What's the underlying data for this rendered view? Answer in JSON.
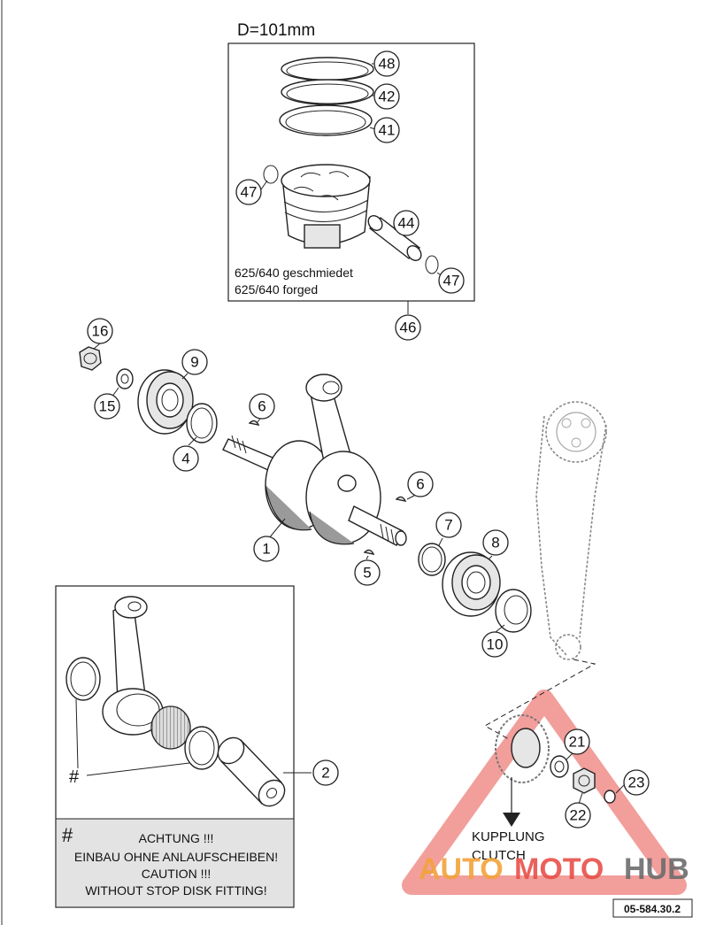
{
  "piston_group": {
    "diameter_label": "D=101mm",
    "note_line1": "625/640  geschmiedet",
    "note_line2": "625/640  forged"
  },
  "callouts": {
    "c48": "48",
    "c42": "42",
    "c41": "41",
    "c47a": "47",
    "c44": "44",
    "c47b": "47",
    "c46": "46",
    "c16": "16",
    "c15": "15",
    "c9": "9",
    "c4": "4",
    "c6a": "6",
    "c6b": "6",
    "c1": "1",
    "c5": "5",
    "c7": "7",
    "c8": "8",
    "c10": "10",
    "c2": "2",
    "c21": "21",
    "c22": "22",
    "c23": "23"
  },
  "conrod_box": {
    "hash_marker": "#",
    "warning_hash": "#",
    "warning_lines": [
      "ACHTUNG !!!",
      "EINBAU OHNE ANLAUFSCHEIBEN!",
      "CAUTION !!!",
      "WITHOUT STOP DISK FITTING!"
    ]
  },
  "clutch": {
    "label_de": "KUPPLUNG",
    "label_en": "CLUTCH"
  },
  "watermark": {
    "part1": "AUTO",
    "part2": "MOTO",
    "part3": "HUB",
    "color_red": "#e8504a",
    "color_orange": "#f3a33a",
    "color_gray": "#6d6d6d"
  },
  "drawing_number": "05-584.30.2"
}
